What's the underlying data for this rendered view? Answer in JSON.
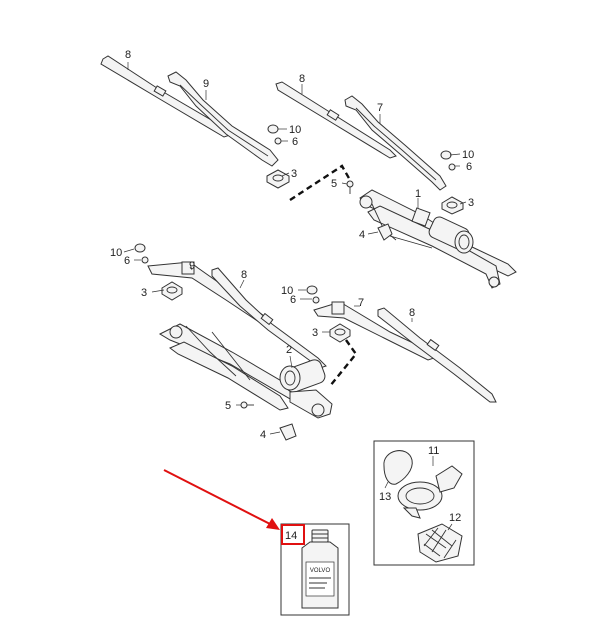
{
  "callouts": [
    {
      "id": "8a",
      "text": "8"
    },
    {
      "id": "9a",
      "text": "9"
    },
    {
      "id": "8b",
      "text": "8"
    },
    {
      "id": "7a",
      "text": "7"
    },
    {
      "id": "10a",
      "text": "10"
    },
    {
      "id": "6a",
      "text": "6"
    },
    {
      "id": "3a",
      "text": "3"
    },
    {
      "id": "10b",
      "text": "10"
    },
    {
      "id": "6b",
      "text": "6"
    },
    {
      "id": "5a",
      "text": "5"
    },
    {
      "id": "1",
      "text": "1"
    },
    {
      "id": "3b",
      "text": "3"
    },
    {
      "id": "4a",
      "text": "4"
    },
    {
      "id": "10c",
      "text": "10"
    },
    {
      "id": "6c",
      "text": "6"
    },
    {
      "id": "9b",
      "text": "9"
    },
    {
      "id": "8c",
      "text": "8"
    },
    {
      "id": "3c",
      "text": "3"
    },
    {
      "id": "10d",
      "text": "10"
    },
    {
      "id": "6d",
      "text": "6"
    },
    {
      "id": "7b",
      "text": "7"
    },
    {
      "id": "8d",
      "text": "8"
    },
    {
      "id": "3d",
      "text": "3"
    },
    {
      "id": "2",
      "text": "2"
    },
    {
      "id": "5b",
      "text": "5"
    },
    {
      "id": "4b",
      "text": "4"
    },
    {
      "id": "11",
      "text": "11"
    },
    {
      "id": "13",
      "text": "13"
    },
    {
      "id": "12",
      "text": "12"
    },
    {
      "id": "14",
      "text": "14"
    }
  ],
  "bottle_label": "VOLVO",
  "highlight_color": "#e01010",
  "ink_color": "#333333"
}
